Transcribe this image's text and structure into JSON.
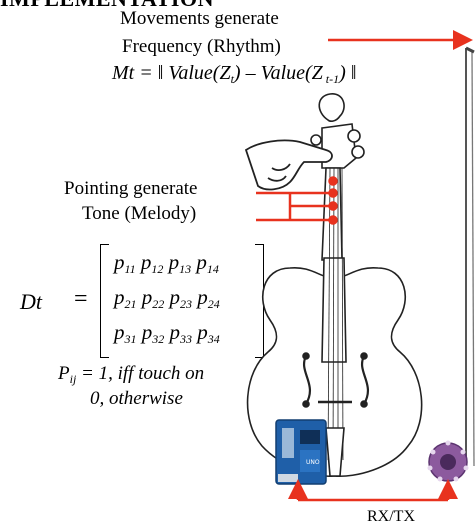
{
  "header_fragment": "IMPLEMENTATION",
  "movements": {
    "line1": "Movements generate",
    "line2": "Frequency (Rhythm)",
    "formula": {
      "lhs": "Mt = ",
      "bar_open": "‖ ",
      "value1": "Value(Z",
      "sub1": "t",
      "close1": ")",
      "minus": " – ",
      "value2": "Value(Z",
      "sub2": " t-1",
      "close2": ")",
      "bar_close": " ‖"
    }
  },
  "pointing": {
    "line1": "Pointing generate",
    "line2": "Tone (Melody)"
  },
  "matrix": {
    "label": "Dt",
    "equals": "=",
    "rows": [
      [
        {
          "p": "p",
          "s": "11"
        },
        {
          "p": "p",
          "s": "12"
        },
        {
          "p": "p",
          "s": "13"
        },
        {
          "p": "p",
          "s": "14"
        }
      ],
      [
        {
          "p": "p",
          "s": "21"
        },
        {
          "p": "p",
          "s": "22"
        },
        {
          "p": "p",
          "s": "23"
        },
        {
          "p": "p",
          "s": "24"
        }
      ],
      [
        {
          "p": "p",
          "s": "31"
        },
        {
          "p": "p",
          "s": "32"
        },
        {
          "p": "p",
          "s": "33"
        },
        {
          "p": "p",
          "s": "34"
        }
      ]
    ]
  },
  "condition": {
    "p": "P",
    "sub": "ij",
    "line1_rest": " = 1,  iff touch on",
    "line2": "0,  otherwise"
  },
  "rxtx_label": "RX/TX",
  "colors": {
    "arrow": "#e8321e",
    "board_blue": "#1f5fa8",
    "lilypad_purple": "#8c5a9e"
  },
  "icons": {
    "hand": "pointing-hand-icon",
    "violin": "violin-icon",
    "arduino": "arduino-board-icon",
    "lilypad": "lilypad-board-icon",
    "bow": "violin-bow-icon"
  }
}
